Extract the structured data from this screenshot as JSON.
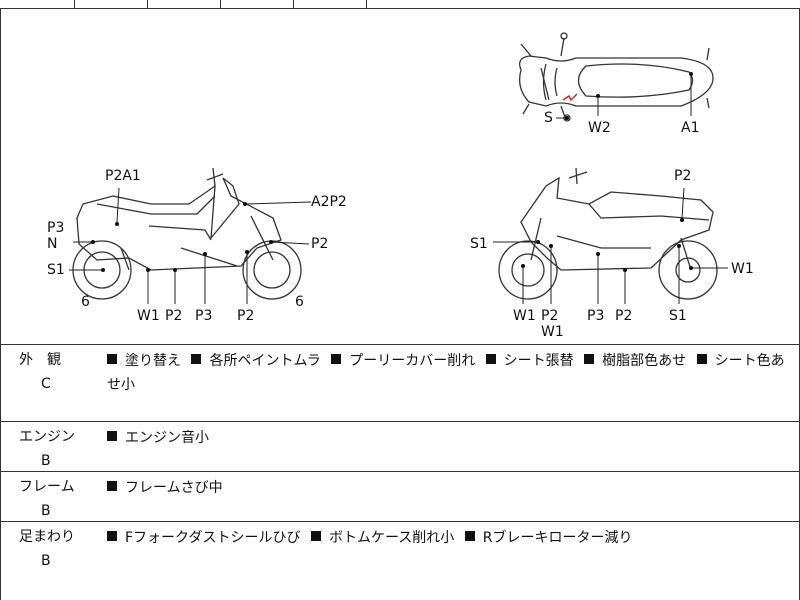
{
  "diagram": {
    "top_view_labels": [
      "S",
      "W2",
      "A1"
    ],
    "left_view_labels": [
      "P2A1",
      "A2P2",
      "P3",
      "N",
      "P2",
      "S1",
      "6",
      "W1",
      "P2",
      "P3",
      "P2",
      "6"
    ],
    "right_view_labels": [
      "P2",
      "S1",
      "W1",
      "W1",
      "P2",
      "P3",
      "P2",
      "S1",
      "W1"
    ]
  },
  "rows": [
    {
      "name": "外　観",
      "grade": "C",
      "items": [
        "塗り替え",
        "各所ペイントムラ",
        "プーリーカバー削れ",
        "シート張替",
        "樹脂部色あせ",
        "シート色あせ小"
      ]
    },
    {
      "name": "エンジン",
      "grade": "B",
      "items": [
        "エンジン音小"
      ]
    },
    {
      "name": "フレーム",
      "grade": "B",
      "items": [
        "フレームさび中"
      ]
    },
    {
      "name": "足まわり",
      "grade": "B",
      "items": [
        "Fフォークダストシールひび",
        "ボトムケース削れ小",
        "Rブレーキローター減り"
      ]
    }
  ]
}
